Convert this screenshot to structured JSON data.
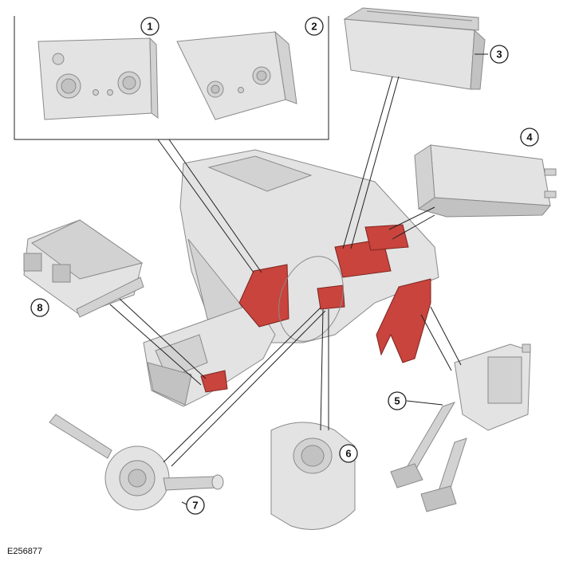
{
  "figure": {
    "reference": "E256877",
    "callouts": [
      {
        "id": "callout-1",
        "label": "1"
      },
      {
        "id": "callout-2",
        "label": "2"
      },
      {
        "id": "callout-3",
        "label": "3"
      },
      {
        "id": "callout-4",
        "label": "4"
      },
      {
        "id": "callout-5",
        "label": "5"
      },
      {
        "id": "callout-6",
        "label": "6"
      },
      {
        "id": "callout-7",
        "label": "7"
      },
      {
        "id": "callout-8",
        "label": "8"
      }
    ],
    "colors": {
      "highlight": "#c8443d",
      "part_fill": "#e3e3e3",
      "line": "#222222"
    }
  }
}
